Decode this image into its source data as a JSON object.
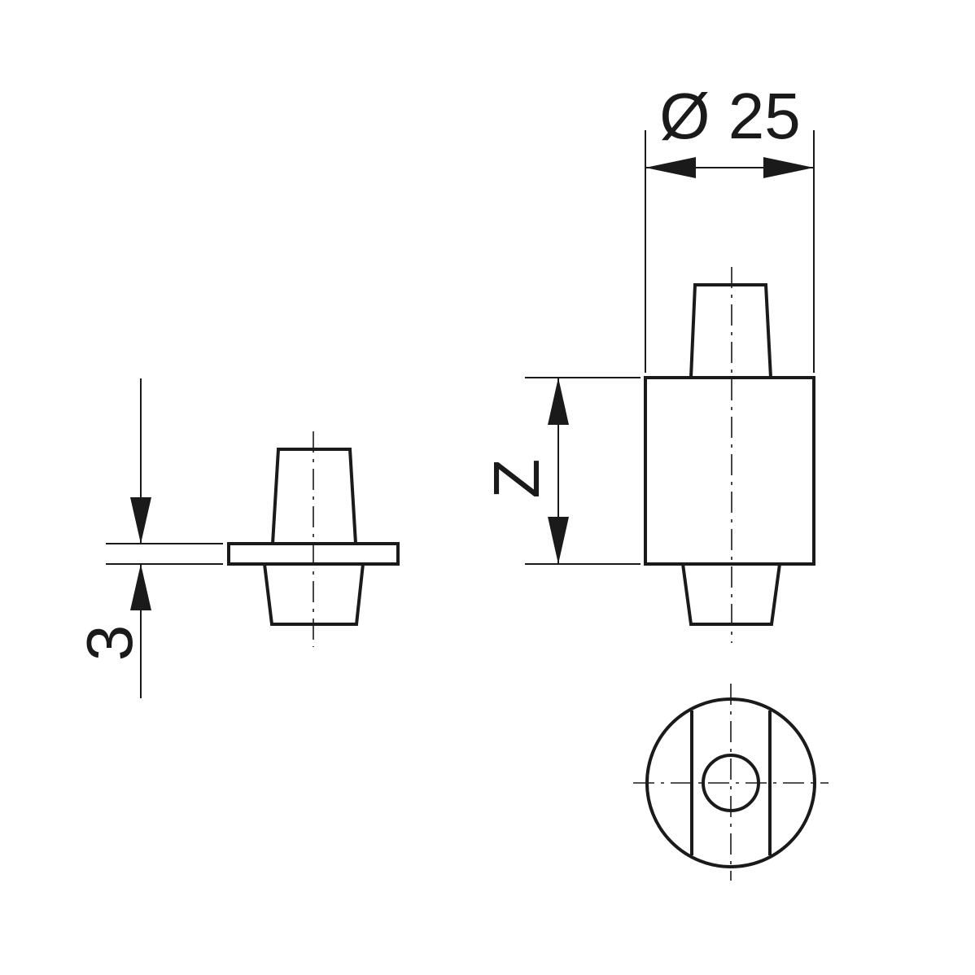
{
  "views": {
    "side_view": {
      "name": "side-view-with-flange"
    },
    "front_view": {
      "name": "front-view-cylinder"
    },
    "bottom_view": {
      "name": "bottom-view-circle"
    }
  },
  "dimensions": {
    "diameter": {
      "text": "Ø 25"
    },
    "height": {
      "text": "Z"
    },
    "flange_thickness": {
      "text": "3"
    }
  },
  "colors": {
    "ink": "#1a1a1a",
    "paper": "#ffffff"
  }
}
